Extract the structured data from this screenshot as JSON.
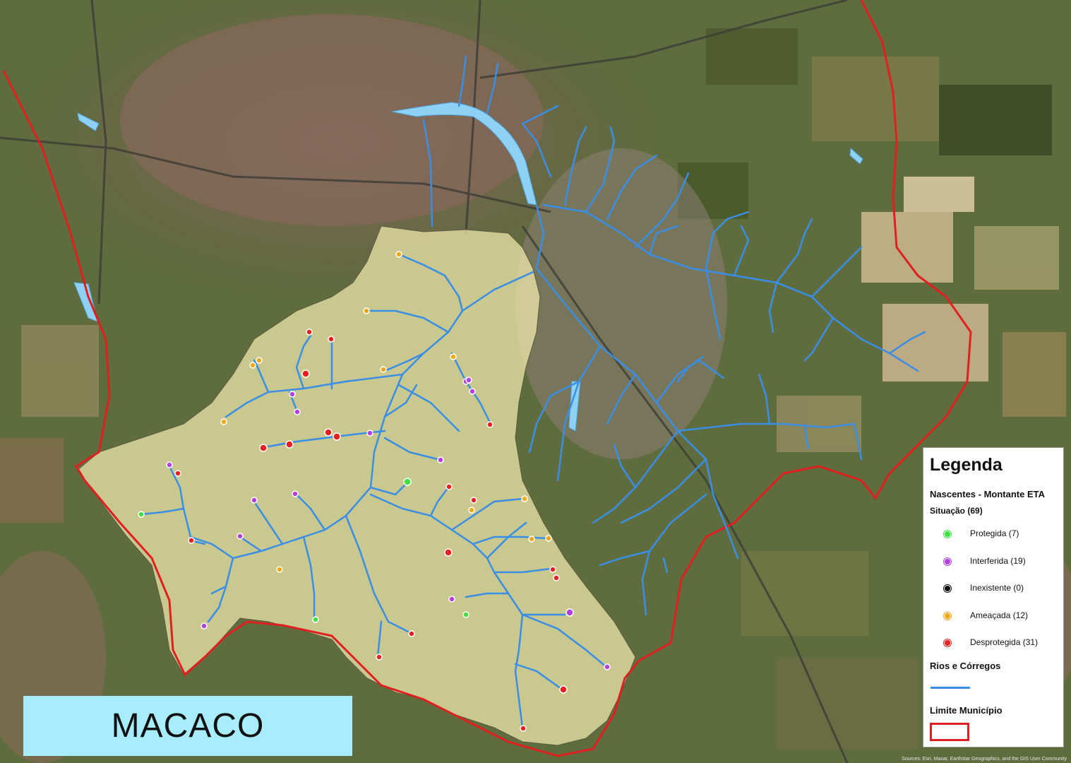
{
  "map_title": "MACACO",
  "legend": {
    "title": "Legenda",
    "layer_title": "Nascentes - Montante ETA",
    "situation_label": "Situação (69)",
    "items": [
      {
        "label": "Protegida (7)",
        "color": "#3fe03f"
      },
      {
        "label": "Interferida (19)",
        "color": "#b040e0"
      },
      {
        "label": "Inexistente (0)",
        "color": "#111111"
      },
      {
        "label": "Ameaçada (12)",
        "color": "#f0a818"
      },
      {
        "label": "Desprotegida (31)",
        "color": "#e82020"
      }
    ],
    "rivers_label": "Rios e Córregos",
    "boundary_label": "Limite Município"
  },
  "colors": {
    "river": "#3a8ee6",
    "boundary": "#e02020",
    "watershed_fill": "#f6f0b0"
  },
  "credits": "Sources: Esri, Maxar, Earthstar Geographics, and the GIS User Community"
}
